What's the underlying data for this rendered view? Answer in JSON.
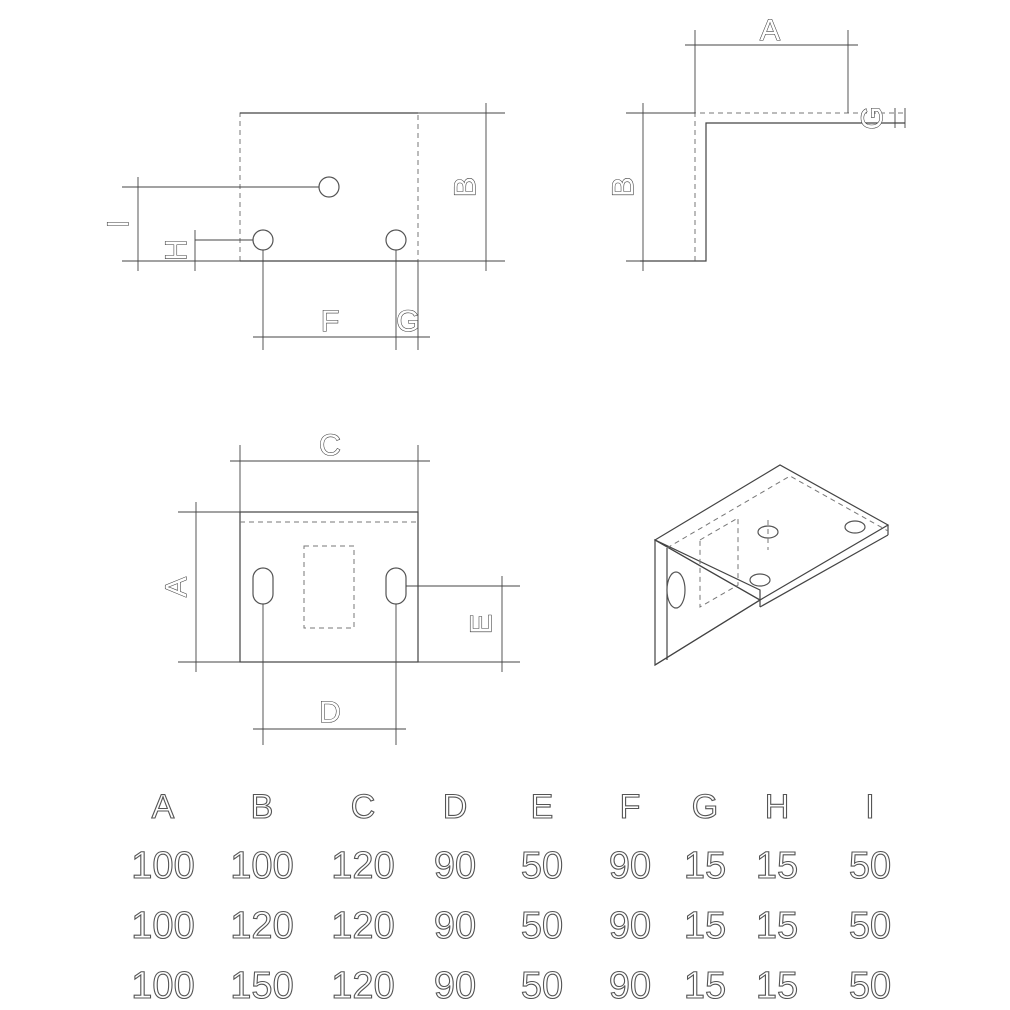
{
  "dimension_labels": {
    "top_left_view": {
      "B": "B",
      "I": "I",
      "H": "H",
      "F": "F",
      "G": "G"
    },
    "top_right_view": {
      "A": "A",
      "B": "B",
      "G": "G"
    },
    "bottom_left_view": {
      "C": "C",
      "A": "A",
      "D": "D",
      "E": "E"
    }
  },
  "table": {
    "headers": [
      "A",
      "B",
      "C",
      "D",
      "E",
      "F",
      "G",
      "H",
      "I"
    ],
    "rows": [
      [
        "100",
        "100",
        "120",
        "90",
        "50",
        "90",
        "15",
        "15",
        "50"
      ],
      [
        "100",
        "120",
        "120",
        "90",
        "50",
        "90",
        "15",
        "15",
        "50"
      ],
      [
        "100",
        "150",
        "120",
        "90",
        "50",
        "90",
        "15",
        "15",
        "50"
      ]
    ]
  }
}
